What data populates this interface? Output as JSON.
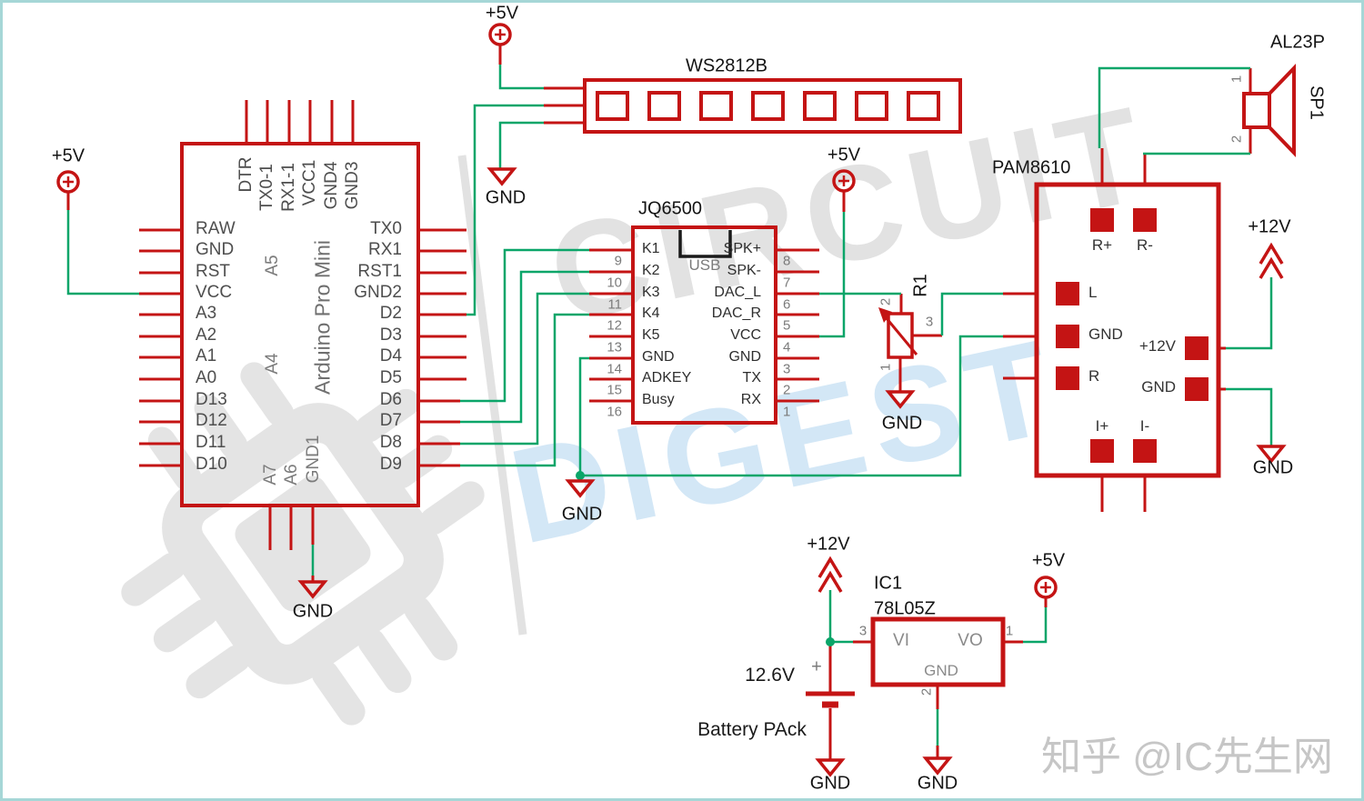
{
  "nets": {
    "p5v": "+5V",
    "p12v": "+12V",
    "gnd": "GND"
  },
  "arduino": {
    "title": "Arduino Pro Mini",
    "left": [
      "RAW",
      "GND",
      "RST",
      "VCC",
      "A3",
      "A2",
      "A1",
      "A0",
      "D13",
      "D12",
      "D11",
      "D10"
    ],
    "right": [
      "TX0",
      "RX1",
      "RST1",
      "GND2",
      "D2",
      "D3",
      "D4",
      "D5",
      "D6",
      "D7",
      "D8",
      "D9"
    ],
    "top": [
      "DTR",
      "TX0-1",
      "RX1-1",
      "VCC1",
      "GND4",
      "GND3"
    ],
    "inner": {
      "a5": "A5",
      "a4": "A4",
      "a7": "A7",
      "a6": "A6",
      "gnd1": "GND1"
    }
  },
  "ws2812b": {
    "title": "WS2812B"
  },
  "jq6500": {
    "title": "JQ6500",
    "usb": "USB",
    "left": [
      "K1",
      "K2",
      "K3",
      "K4",
      "K5",
      "GND",
      "ADKEY",
      "Busy"
    ],
    "left_nums": [
      "9",
      "10",
      "11",
      "12",
      "13",
      "14",
      "15",
      "16"
    ],
    "right": [
      "SPK+",
      "SPK-",
      "DAC_L",
      "DAC_R",
      "VCC",
      "GND",
      "TX",
      "RX"
    ],
    "right_nums": [
      "8",
      "7",
      "6",
      "5",
      "4",
      "3",
      "2",
      "1"
    ]
  },
  "r1": {
    "ref": "R1",
    "p1": "1",
    "p2": "2",
    "p3": "3"
  },
  "pam8610": {
    "title": "PAM8610",
    "rp": "R+",
    "rm": "R-",
    "l": "L",
    "gnd_left": "GND",
    "r": "R",
    "p12": "+12V",
    "gnd_right": "GND",
    "ip": "I+",
    "im": "I-"
  },
  "speaker": {
    "model": "AL23P",
    "ref": "SP1",
    "p1": "1",
    "p2": "2"
  },
  "regulator": {
    "ref": "IC1",
    "part": "78L05Z",
    "vi": "VI",
    "vo": "VO",
    "gnd": "GND",
    "n1": "1",
    "n2": "2",
    "n3": "3"
  },
  "battery": {
    "voltage": "12.6V",
    "label": "Battery PAck",
    "plus": "+"
  },
  "watermark": {
    "word1": "CIRCUIT",
    "word2": "DIGEST",
    "credit": "知乎 @IC先生网"
  }
}
